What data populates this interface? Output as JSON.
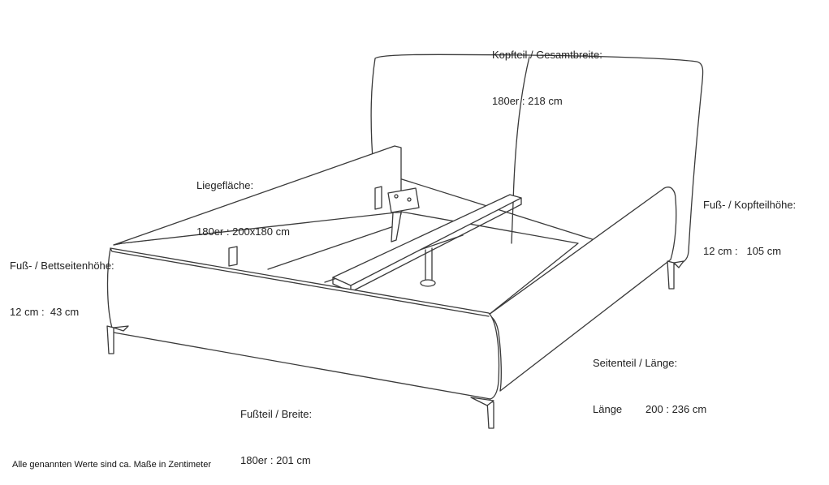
{
  "labels": {
    "kopfteil": {
      "title": "Kopfteil / Gesamtbreite:",
      "value": "180er : 218 cm"
    },
    "liegeflaeche": {
      "title": "Liegefläche:",
      "value": "180er : 200x180 cm"
    },
    "kopfteilhoehe": {
      "title": "Fuß- / Kopfteilhöhe:",
      "value": "12 cm :   105 cm"
    },
    "bettseitenhoehe": {
      "title": "Fuß- / Bettseitenhöhe:",
      "value": "12 cm :  43 cm"
    },
    "seitenteil": {
      "title": "Seitenteil / Länge:",
      "value": "Länge        200 : 236 cm"
    },
    "fussteil": {
      "title": "Fußteil / Breite:",
      "value": "180er : 201 cm"
    }
  },
  "footnote": "Alle genannten Werte sind ca. Maße in Zentimeter"
}
